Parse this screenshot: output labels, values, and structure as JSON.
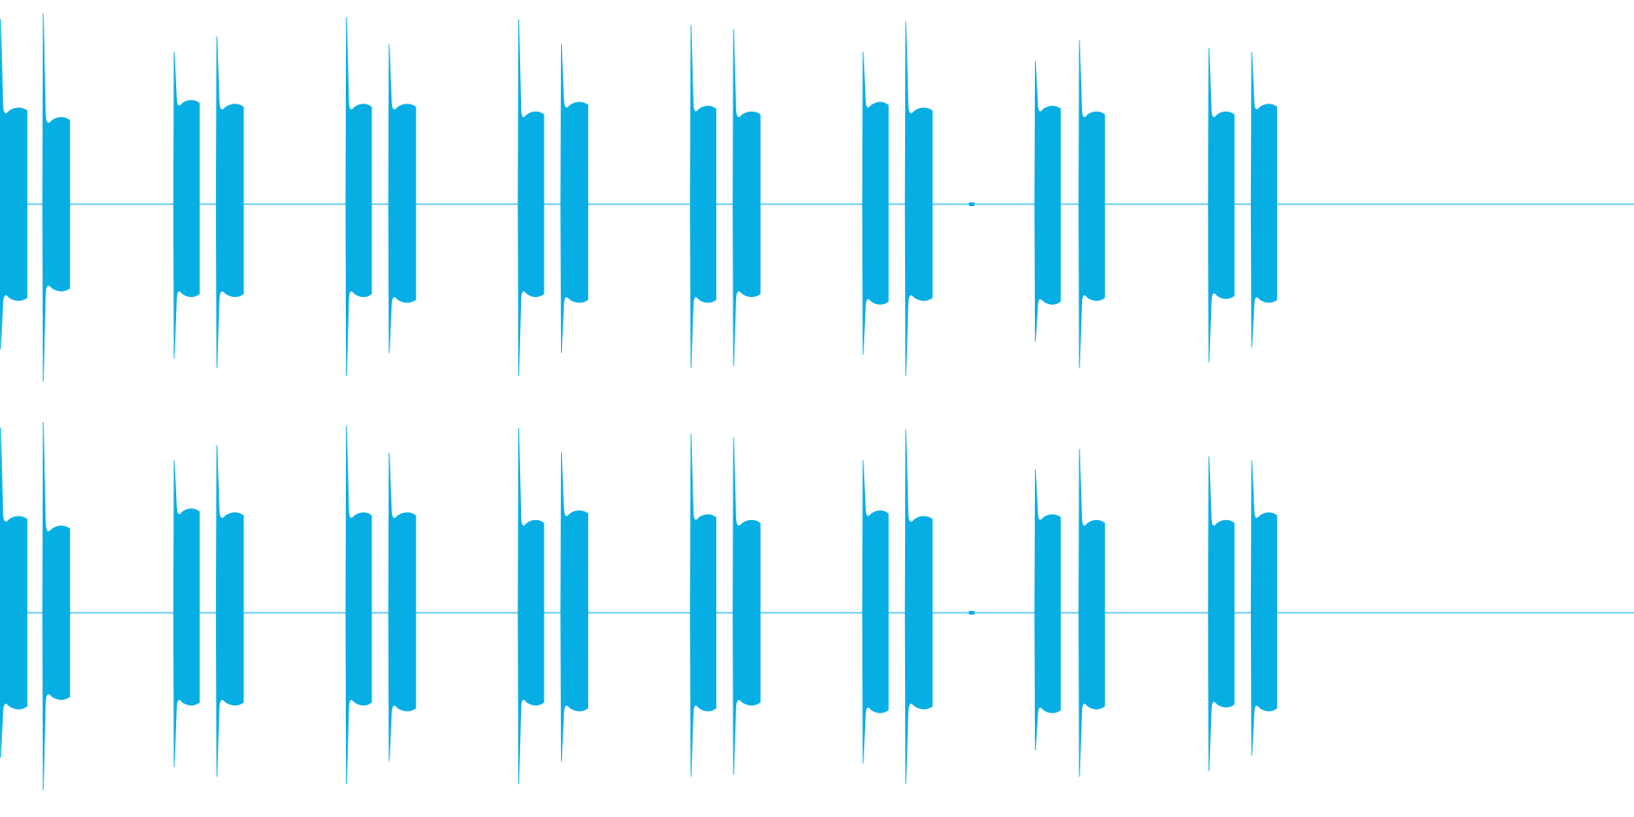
{
  "waveform": {
    "color": "#06aee4",
    "channel_count": 2,
    "channels": [
      "left-channel",
      "right-channel"
    ],
    "bursts": [
      {
        "start": 0.0,
        "end": 0.019,
        "top": 0.97,
        "sustain_top": 0.5,
        "sustain_bottom": 0.5,
        "bottom": 0.76
      },
      {
        "start": 0.03,
        "end": 0.049,
        "top": 1.0,
        "sustain_top": 0.45,
        "sustain_bottom": 0.45,
        "bottom": 0.93
      },
      {
        "start": 0.122,
        "end": 0.14,
        "top": 0.8,
        "sustain_top": 0.54,
        "sustain_bottom": 0.48,
        "bottom": 0.81
      },
      {
        "start": 0.152,
        "end": 0.171,
        "top": 0.88,
        "sustain_top": 0.52,
        "sustain_bottom": 0.48,
        "bottom": 0.86
      },
      {
        "start": 0.243,
        "end": 0.261,
        "top": 0.98,
        "sustain_top": 0.52,
        "sustain_bottom": 0.48,
        "bottom": 0.9
      },
      {
        "start": 0.273,
        "end": 0.292,
        "top": 0.84,
        "sustain_top": 0.52,
        "sustain_bottom": 0.51,
        "bottom": 0.78
      },
      {
        "start": 0.364,
        "end": 0.382,
        "top": 0.97,
        "sustain_top": 0.48,
        "sustain_bottom": 0.48,
        "bottom": 0.9
      },
      {
        "start": 0.394,
        "end": 0.413,
        "top": 0.84,
        "sustain_top": 0.53,
        "sustain_bottom": 0.51,
        "bottom": 0.78
      },
      {
        "start": 0.485,
        "end": 0.503,
        "top": 0.94,
        "sustain_top": 0.51,
        "sustain_bottom": 0.51,
        "bottom": 0.86
      },
      {
        "start": 0.515,
        "end": 0.534,
        "top": 0.92,
        "sustain_top": 0.48,
        "sustain_bottom": 0.48,
        "bottom": 0.85
      },
      {
        "start": 0.606,
        "end": 0.624,
        "top": 0.8,
        "sustain_top": 0.53,
        "sustain_bottom": 0.52,
        "bottom": 0.79
      },
      {
        "start": 0.636,
        "end": 0.655,
        "top": 0.96,
        "sustain_top": 0.5,
        "sustain_bottom": 0.5,
        "bottom": 0.9
      },
      {
        "start": 0.727,
        "end": 0.745,
        "top": 0.75,
        "sustain_top": 0.51,
        "sustain_bottom": 0.52,
        "bottom": 0.72
      },
      {
        "start": 0.758,
        "end": 0.776,
        "top": 0.86,
        "sustain_top": 0.48,
        "sustain_bottom": 0.5,
        "bottom": 0.86
      },
      {
        "start": 0.849,
        "end": 0.867,
        "top": 0.82,
        "sustain_top": 0.48,
        "sustain_bottom": 0.49,
        "bottom": 0.83
      },
      {
        "start": 0.879,
        "end": 0.897,
        "top": 0.8,
        "sustain_top": 0.52,
        "sustain_bottom": 0.51,
        "bottom": 0.75
      }
    ],
    "clicks": [
      0.682
    ]
  }
}
